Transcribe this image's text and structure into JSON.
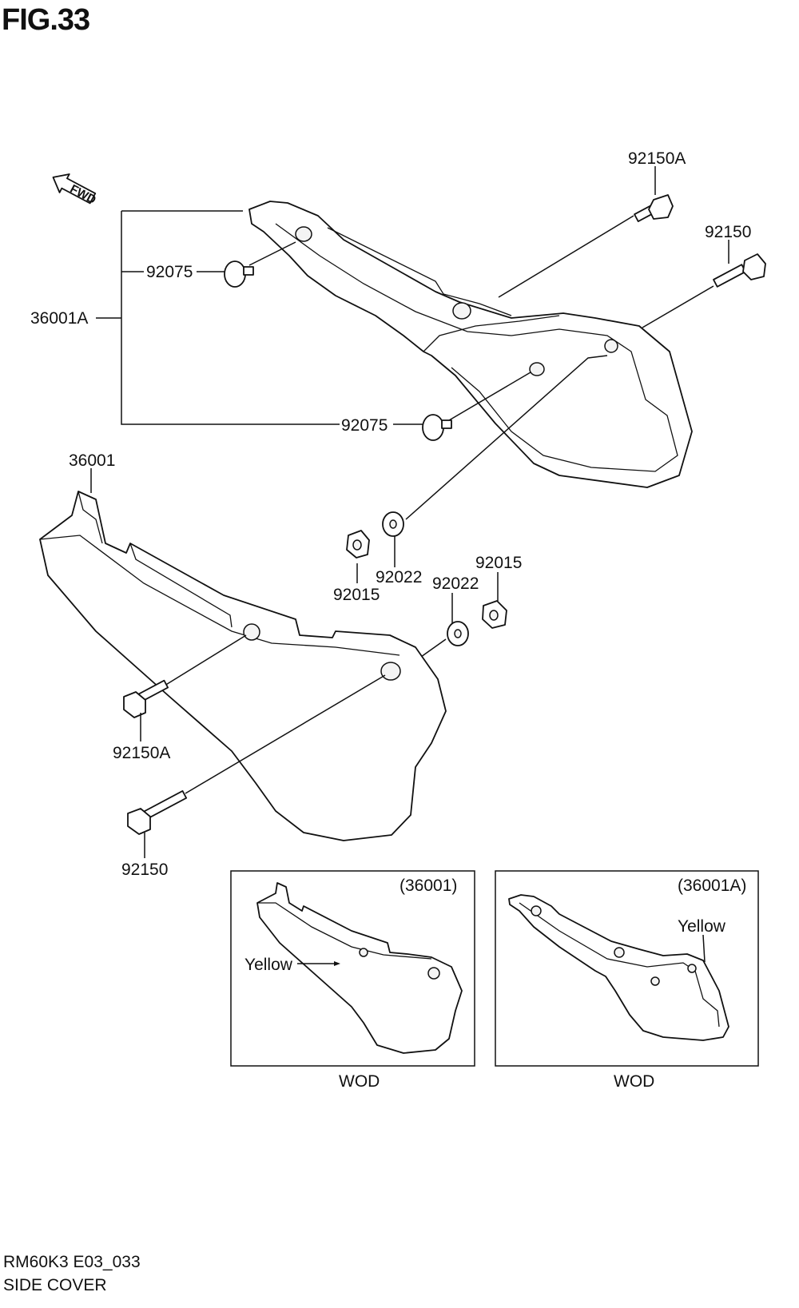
{
  "figure": {
    "title": "FIG.33",
    "fwd_marker": "FWD",
    "code": "RM60K3 E03_033",
    "subtitle": "SIDE COVER"
  },
  "callouts": {
    "c92150A_top": "92150A",
    "c92150_top": "92150",
    "c92075_a": "92075",
    "c36001A": "36001A",
    "c92075_b": "92075",
    "c36001": "36001",
    "c92015_a": "92015",
    "c92022_a": "92022",
    "c92022_b": "92022",
    "c92015_b": "92015",
    "c92150A_bot": "92150A",
    "c92150_bot": "92150"
  },
  "insets": [
    {
      "part": "(36001)",
      "color_note": "Yellow",
      "variant": "WOD"
    },
    {
      "part": "(36001A)",
      "color_note": "Yellow",
      "variant": "WOD"
    }
  ]
}
